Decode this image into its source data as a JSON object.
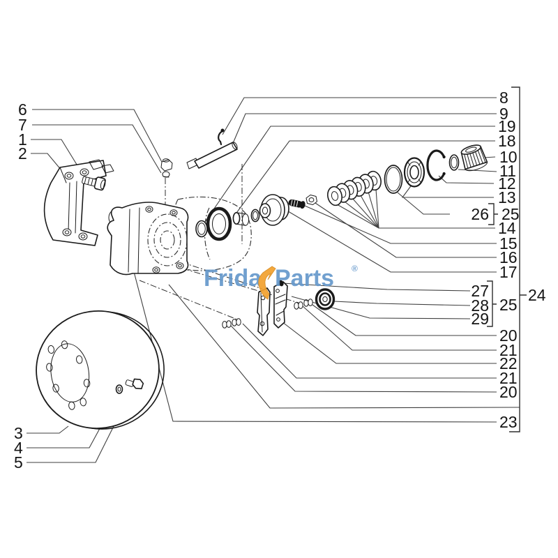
{
  "watermark": {
    "part1": "Frida",
    "part2": "Parts",
    "registered": "®",
    "brand_color": "#6699cc",
    "bolt_color": "#F2A12E"
  },
  "callouts": {
    "left": [
      "6",
      "7",
      "1",
      "2",
      "3",
      "4",
      "5"
    ],
    "right": [
      "8",
      "9",
      "19",
      "18",
      "10",
      "11",
      "12",
      "13",
      "26",
      "25",
      "14",
      "15",
      "16",
      "17",
      "27",
      "28",
      "29",
      "25",
      "24",
      "20",
      "21",
      "22",
      "21",
      "20",
      "23"
    ]
  }
}
